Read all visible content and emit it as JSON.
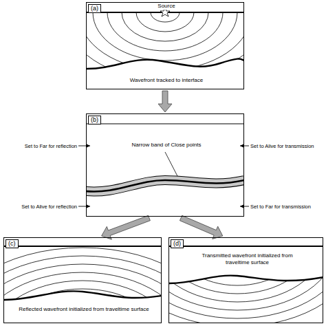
{
  "diagram": {
    "nodes": [
      {
        "text": [
          "(a)",
          "Source",
          "Wavefront tracked to interface"
        ]
      },
      {
        "text": [
          "(b)",
          "Narrow band of Close points"
        ]
      },
      {
        "text": [
          "(c)",
          "Reflected wavefront initialized from traveltime surface"
        ]
      },
      {
        "text": [
          "(d)",
          "Transmitted wavefront initialized from traveltime surface"
        ]
      }
    ],
    "edges": [
      {
        "from": 0,
        "to": 1,
        "arrow": "to"
      },
      {
        "from": 1,
        "to": 2,
        "arrow": "to"
      },
      {
        "from": 1,
        "to": 3,
        "arrow": "to"
      }
    ],
    "labels": [
      "Set to Far for reflection",
      "Set to Alive for transmission",
      "Set to Alive for reflection",
      "Set to Far for transmission"
    ]
  }
}
